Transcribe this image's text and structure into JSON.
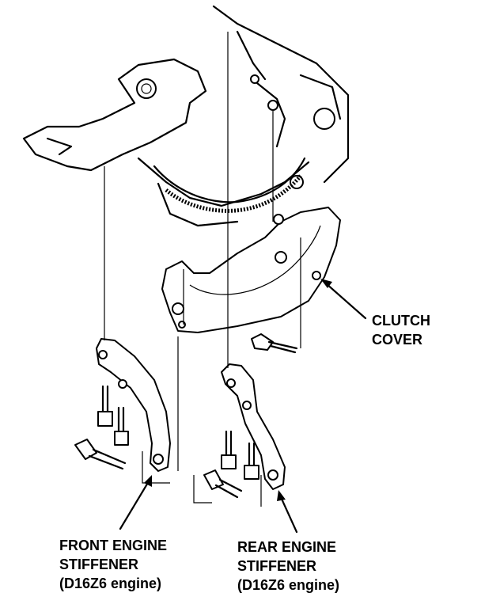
{
  "labels": {
    "clutch_cover": [
      "CLUTCH",
      "COVER"
    ],
    "front_stiffener": [
      "FRONT ENGINE",
      "STIFFENER",
      "(D16Z6 engine)"
    ],
    "rear_stiffener": [
      "REAR ENGINE",
      "STIFFENER",
      "(D16Z6 engine)"
    ]
  }
}
